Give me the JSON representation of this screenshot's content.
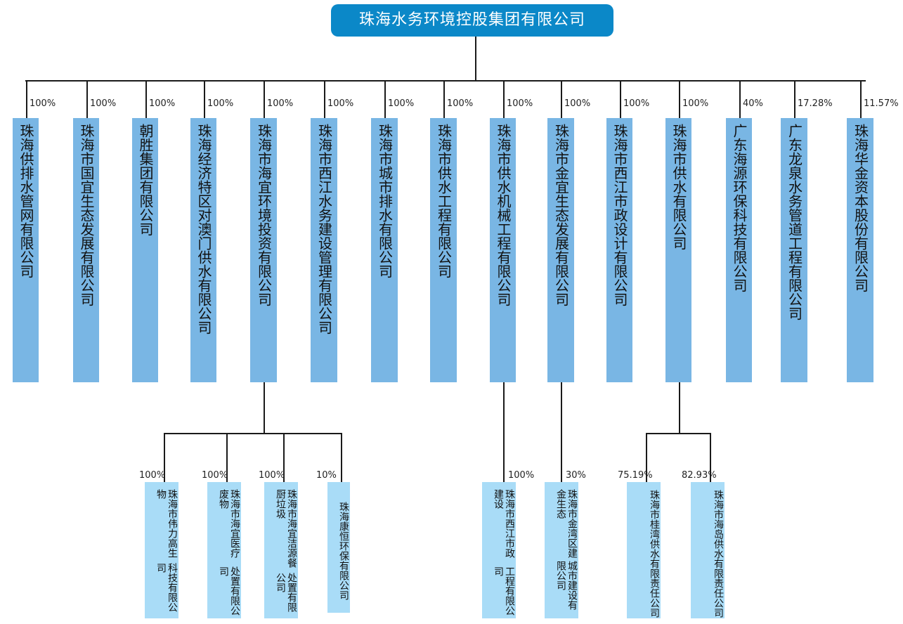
{
  "root": {
    "label": "珠海水务环境控股集团有限公司"
  },
  "subsidiaries": [
    {
      "name": "珠海供排水管网有限公司",
      "pct": "100%"
    },
    {
      "name": "珠海市国宜生态发展有限公司",
      "pct": "100%"
    },
    {
      "name": "朝胜集团有限公司",
      "pct": "100%"
    },
    {
      "name": "珠海经济特区对澳门供水有限公司",
      "pct": "100%"
    },
    {
      "name": "珠海市海宜环境投资有限公司",
      "pct": "100%"
    },
    {
      "name": "珠海市西江水务建设管理有限公司",
      "pct": "100%"
    },
    {
      "name": "珠海市城市排水有限公司",
      "pct": "100%"
    },
    {
      "name": "珠海市供水工程有限公司",
      "pct": "100%"
    },
    {
      "name": "珠海市供水机械工程有限公司",
      "pct": "100%"
    },
    {
      "name": "珠海市金宜生态发展有限公司",
      "pct": "100%"
    },
    {
      "name": "珠海市西江市政设计有限公司",
      "pct": "100%"
    },
    {
      "name": "珠海市供水有限公司",
      "pct": "100%"
    },
    {
      "name": "广东海源环保科技有限公司",
      "pct": "40%"
    },
    {
      "name": "广东龙泉水务管道工程有限公司",
      "pct": "17.28%"
    },
    {
      "name": "珠海华金资本股份有限公司",
      "pct": "11.57%"
    }
  ],
  "level2": [
    {
      "parent": 4,
      "pct": "100%",
      "lines": [
        "珠海市伟力高生物",
        "科技有限公司"
      ]
    },
    {
      "parent": 4,
      "pct": "100%",
      "lines": [
        "珠海市海宜医疗废物",
        "处置有限公司"
      ]
    },
    {
      "parent": 4,
      "pct": "100%",
      "lines": [
        "珠海市海宜洁源餐厨垃圾",
        "处置有限公司"
      ]
    },
    {
      "parent": 4,
      "pct": "10%",
      "lines": [
        "珠海康恒环保有限公司"
      ]
    },
    {
      "parent": 8,
      "pct": "100%",
      "lines": [
        "珠海市西江市政建设",
        "工程有限公司"
      ]
    },
    {
      "parent": 9,
      "pct": "30%",
      "lines": [
        "珠海市金湾区建金生态",
        "城市建设有限公司"
      ]
    },
    {
      "parent": 11,
      "pct": "75.19%",
      "lines": [
        "珠海市桂湾供水",
        "有限责任公司"
      ]
    },
    {
      "parent": 11,
      "pct": "82.93%",
      "lines": [
        "珠海市海岛供水",
        "有限责任公司"
      ]
    }
  ]
}
